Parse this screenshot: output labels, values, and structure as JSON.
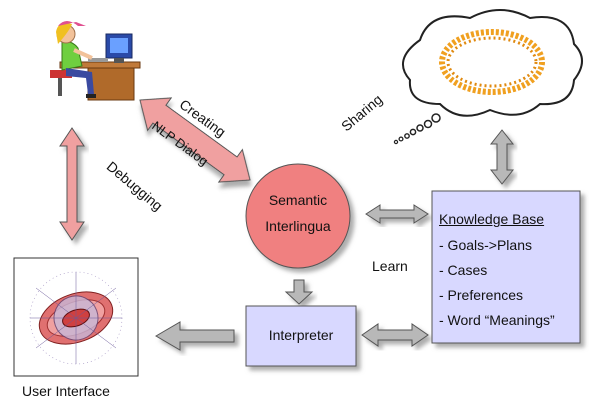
{
  "nodes": {
    "semantic": "Semantic",
    "interlingua": "Interlingua",
    "interpreter": "Interpreter",
    "knowledge_base": {
      "title": "Knowledge Base",
      "items": [
        "- Goals->Plans",
        "- Cases",
        "- Preferences",
        "- Word “Meanings”"
      ]
    },
    "user_interface": "User Interface"
  },
  "edges": {
    "creating": "Creating",
    "nlp_dialog": "NLP Dialog",
    "debugging": "Debugging",
    "sharing": "Sharing",
    "learn": "Learn"
  },
  "colors": {
    "pink_arrow": "#f0a0a0",
    "pink_node": "#f08080",
    "lavender_box": "#d8d8ff",
    "grey_arrow": "#b8b8b8",
    "outline": "#555555"
  }
}
